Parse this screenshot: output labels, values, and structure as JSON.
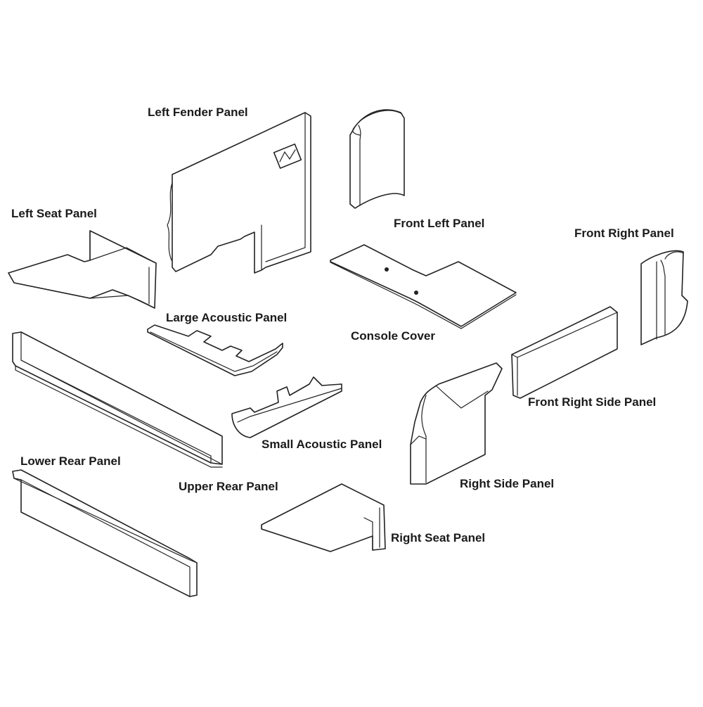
{
  "labels": {
    "left_fender_panel": "Left Fender Panel",
    "front_left_panel": "Front Left Panel",
    "front_right_panel": "Front Right Panel",
    "left_seat_panel": "Left Seat Panel",
    "large_acoustic_panel": "Large Acoustic Panel",
    "console_cover": "Console Cover",
    "front_right_side_panel": "Front Right Side Panel",
    "small_acoustic_panel": "Small Acoustic Panel",
    "lower_rear_panel": "Lower Rear Panel",
    "upper_rear_panel": "Upper Rear Panel",
    "right_side_panel": "Right Side Panel",
    "right_seat_panel": "Right Seat Panel"
  },
  "colors": {
    "line": "#222222",
    "fill": "#ffffff",
    "text": "#1a1a1a"
  }
}
